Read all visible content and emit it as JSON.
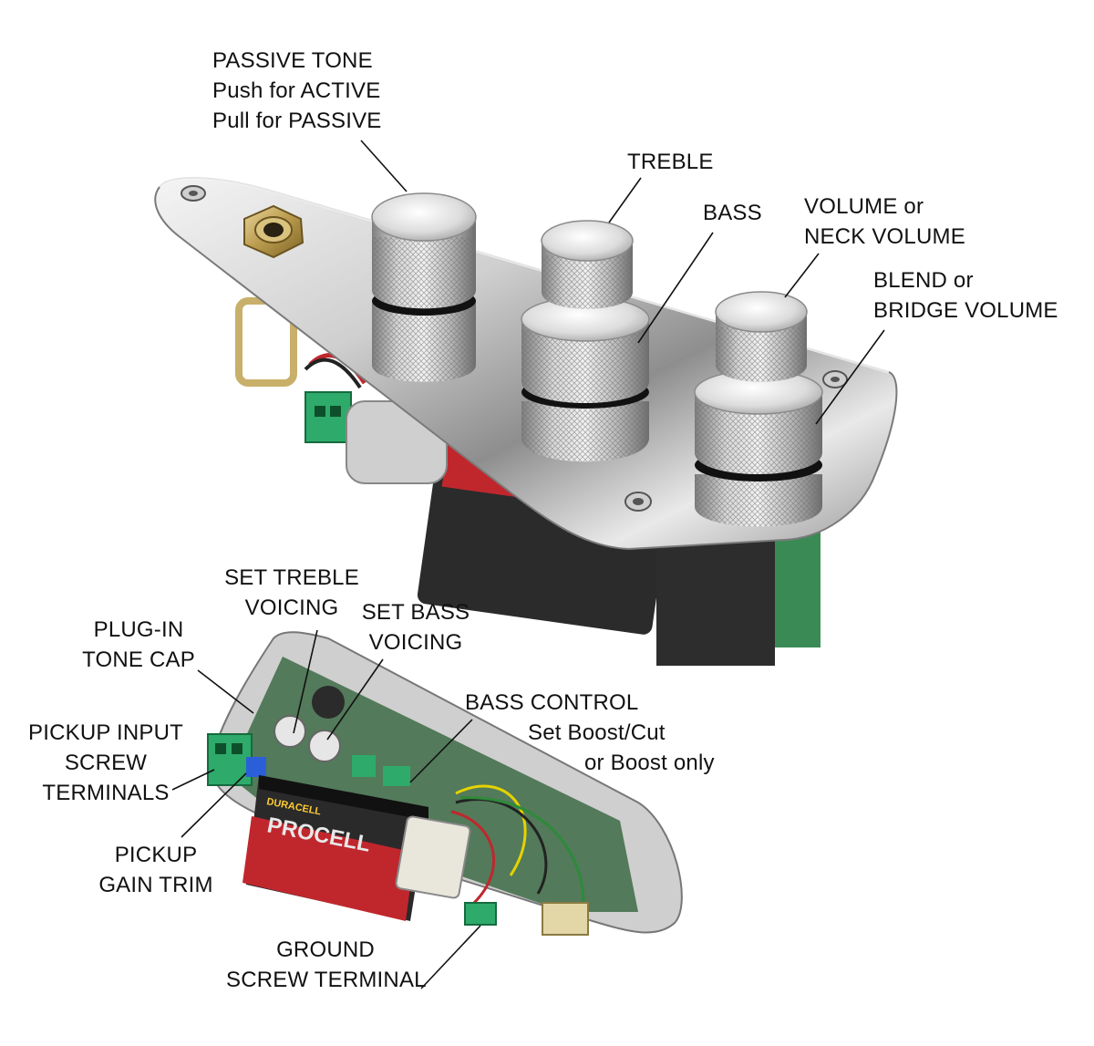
{
  "callouts": {
    "passive_tone": [
      "PASSIVE TONE",
      "Push for ACTIVE",
      "Pull for PASSIVE"
    ],
    "treble": [
      "TREBLE"
    ],
    "bass": [
      "BASS"
    ],
    "volume": [
      "VOLUME or",
      "NECK VOLUME"
    ],
    "blend": [
      "BLEND or",
      "BRIDGE VOLUME"
    ],
    "set_treble_voicing": [
      "SET TREBLE",
      "VOICING"
    ],
    "set_bass_voicing": [
      "SET BASS",
      "VOICING"
    ],
    "plug_in_tone_cap": [
      "PLUG-IN",
      "TONE CAP"
    ],
    "bass_control": [
      "BASS CONTROL",
      "Set Boost/Cut",
      "or Boost only"
    ],
    "pickup_input": [
      "PICKUP INPUT",
      "SCREW",
      "TERMINALS"
    ],
    "pickup_gain_trim": [
      "PICKUP",
      "GAIN TRIM"
    ],
    "ground_screw_terminal": [
      "GROUND",
      "SCREW TERMINAL"
    ]
  },
  "battery": {
    "brand": "DURACELL",
    "line": "PROCELL"
  },
  "colors": {
    "chrome": "#d9d9d9",
    "knob": "#b8b8b8",
    "battery_black": "#2a2a2a",
    "battery_red": "#c0272d",
    "terminal_green": "#2eaa6a",
    "pcb_green": "#3a7d4a",
    "label_text": "#111111"
  }
}
